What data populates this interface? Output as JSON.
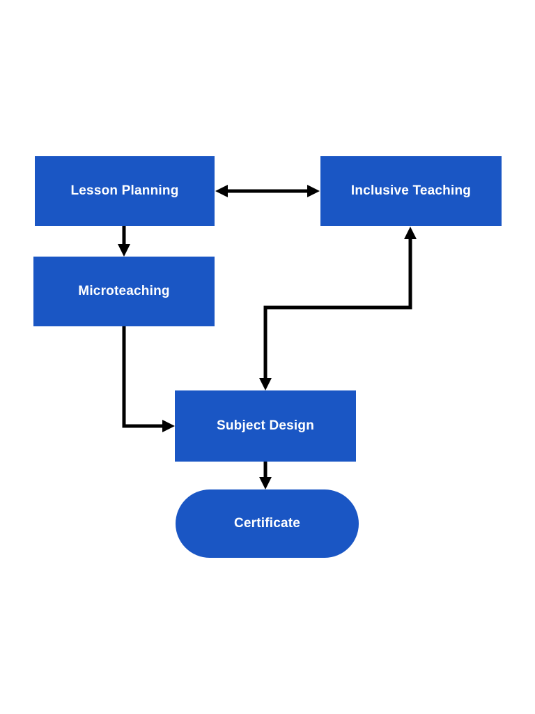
{
  "diagram": {
    "kind": "flowchart",
    "background_color": "#ffffff",
    "node_fill_color": "#1a56c4",
    "node_text_color": "#ffffff",
    "connector_color": "#000000",
    "nodes": {
      "lesson_planning": {
        "label": "Lesson Planning",
        "shape": "rectangle"
      },
      "inclusive_teaching": {
        "label": "Inclusive Teaching",
        "shape": "rectangle"
      },
      "microteaching": {
        "label": "Microteaching",
        "shape": "rectangle"
      },
      "subject_design": {
        "label": "Subject Design",
        "shape": "rectangle"
      },
      "certificate": {
        "label": "Certificate",
        "shape": "stadium"
      }
    },
    "edges": [
      {
        "from": "lesson_planning",
        "to": "inclusive_teaching",
        "style": "straight-horizontal",
        "arrows": "both"
      },
      {
        "from": "lesson_planning",
        "to": "microteaching",
        "style": "straight-vertical",
        "arrows": "to"
      },
      {
        "from": "microteaching",
        "to": "subject_design",
        "style": "elbow-down-right",
        "arrows": "to"
      },
      {
        "from": "subject_design",
        "to": "inclusive_teaching",
        "style": "elbow-up-right-up",
        "arrows": "both"
      },
      {
        "from": "subject_design",
        "to": "certificate",
        "style": "straight-vertical",
        "arrows": "to"
      }
    ]
  }
}
